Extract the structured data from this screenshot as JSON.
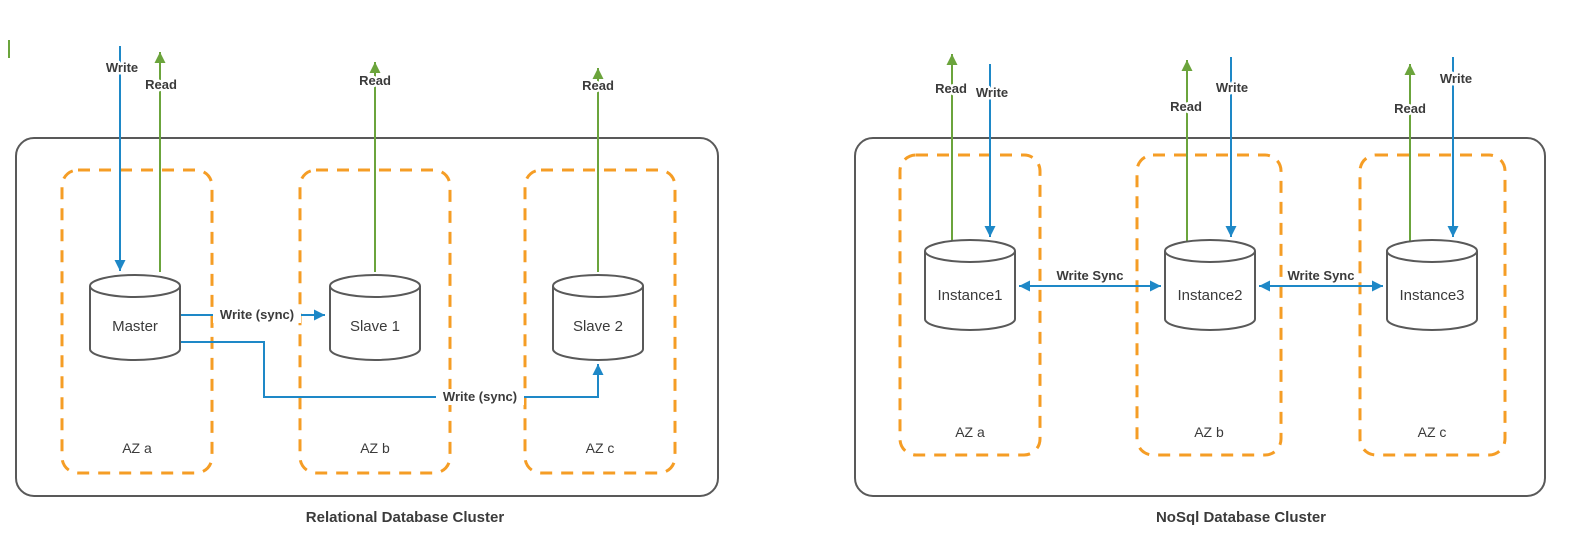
{
  "colors": {
    "blue": "#1E88C7",
    "green": "#6BA43C",
    "orange": "#F59D25",
    "border": "#595959",
    "text": "#3B3B3B"
  },
  "relational": {
    "title": "Relational Database Cluster",
    "write_label": "Write",
    "read_labels": [
      "Read",
      "Read",
      "Read"
    ],
    "sync_labels": [
      "Write (sync)",
      "Write (sync)"
    ],
    "zones": [
      {
        "label": "AZ a",
        "node": "Master"
      },
      {
        "label": "AZ b",
        "node": "Slave 1"
      },
      {
        "label": "AZ c",
        "node": "Slave 2"
      }
    ]
  },
  "nosql": {
    "title": "NoSql Database Cluster",
    "sync_labels": [
      "Write Sync",
      "Write Sync"
    ],
    "zones": [
      {
        "label": "AZ a",
        "node": "Instance1",
        "read_label": "Read",
        "write_label": "Write"
      },
      {
        "label": "AZ b",
        "node": "Instance2",
        "read_label": "Read",
        "write_label": "Write"
      },
      {
        "label": "AZ c",
        "node": "Instance3",
        "read_label": "Read",
        "write_label": "Write"
      }
    ]
  }
}
